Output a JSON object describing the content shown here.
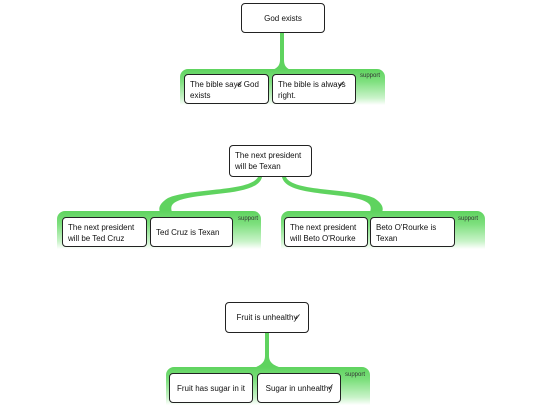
{
  "accent_color": "#5fd35f",
  "diagrams": [
    {
      "claim": "God exists",
      "group_label": "support",
      "premises": [
        {
          "text": "The bible says God exists",
          "marker": "checkmark-icon"
        },
        {
          "text": "The bible is always right.",
          "marker": "checkmark-icon"
        }
      ]
    },
    {
      "claim": "The next president will be Texan",
      "groups": [
        {
          "group_label": "support",
          "premises": [
            {
              "text": "The next president will be Ted Cruz"
            },
            {
              "text": "Ted Cruz is Texan"
            }
          ]
        },
        {
          "group_label": "support",
          "premises": [
            {
              "text": "The next president will Beto O'Rourke"
            },
            {
              "text": "Beto O'Rourke is Texan"
            }
          ]
        }
      ]
    },
    {
      "claim": "Fruit is unhealthy",
      "claim_marker": "checkmark-icon",
      "group_label": "support",
      "premises": [
        {
          "text": "Fruit has sugar in it"
        },
        {
          "text": "Sugar in unhealthy",
          "marker": "checkmark-icon"
        }
      ]
    }
  ]
}
